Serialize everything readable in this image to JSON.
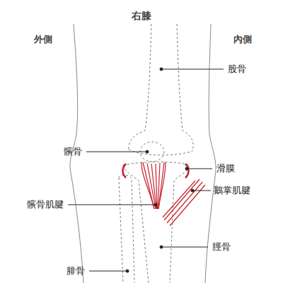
{
  "diagram": {
    "title": "右膝",
    "labels": [
      "外側",
      "內側",
      "股骨",
      "髕骨",
      "滑膜",
      "鵝掌肌腱",
      "髕骨肌腱",
      "脛骨",
      "腓骨"
    ]
  }
}
